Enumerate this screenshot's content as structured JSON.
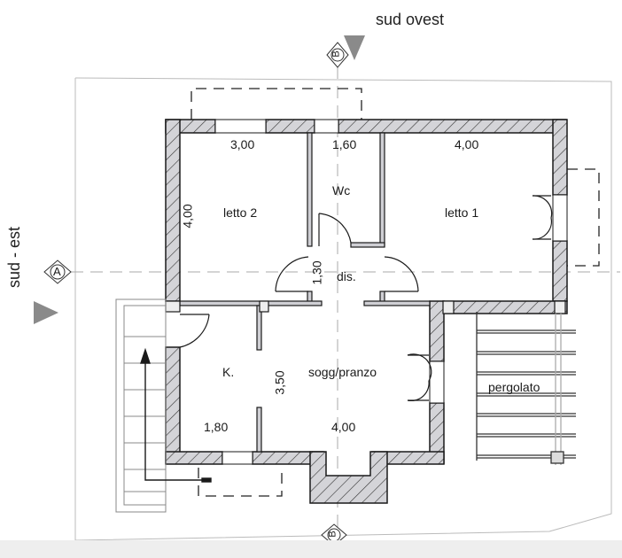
{
  "plan": {
    "orientation": {
      "top": "sud ovest",
      "left": "sud - est"
    },
    "section_markers": {
      "top": "B",
      "bottom": "B",
      "left": "A"
    },
    "rooms": [
      {
        "id": "letto2",
        "label": "letto 2"
      },
      {
        "id": "wc",
        "label": "Wc"
      },
      {
        "id": "letto1",
        "label": "letto 1"
      },
      {
        "id": "dis",
        "label": "dis."
      },
      {
        "id": "kitchen",
        "label": "K."
      },
      {
        "id": "soggiorno",
        "label": "sogg/pranzo"
      },
      {
        "id": "pergolato",
        "label": "pergolato"
      }
    ],
    "dimensions": {
      "letto2_width": "3,00",
      "wc_width": "1,60",
      "letto1_width": "4,00",
      "letto2_depth": "4,00",
      "dis_depth": "1,30",
      "kitchen_depth": "3,50",
      "kitchen_width": "1,80",
      "soggiorno_width": "4,00"
    },
    "colors": {
      "wall_fill": "#d4d4d8",
      "wall_stroke": "#1a1a1a",
      "marker_fill": "#8a8a8a",
      "thin_line": "#555555"
    }
  }
}
